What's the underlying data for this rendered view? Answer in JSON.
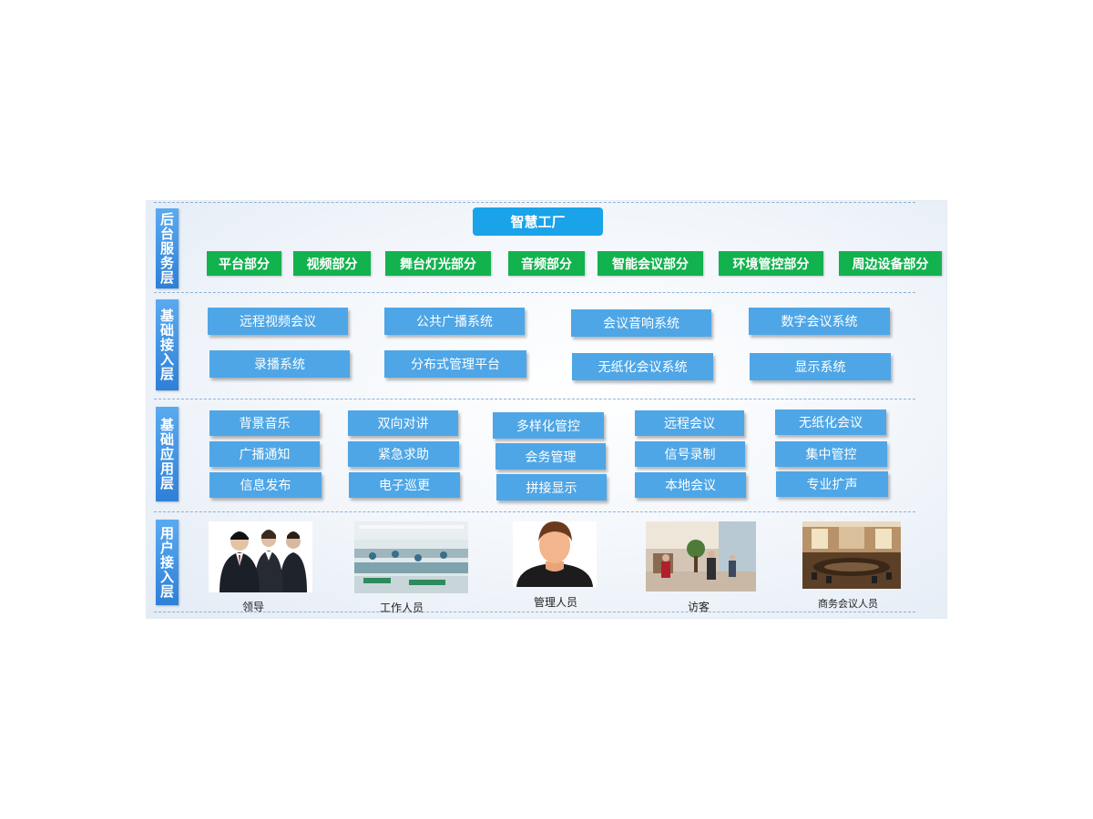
{
  "title": "智慧工厂",
  "layers": {
    "backend": "后台服务层",
    "access": "基础接入层",
    "application": "基础应用层",
    "user": "用户接入层"
  },
  "backend_items": [
    "平台部分",
    "视频部分",
    "舞台灯光部分",
    "音频部分",
    "智能会议部分",
    "环境管控部分",
    "周边设备部分"
  ],
  "access_items": [
    "远程视频会议",
    "公共广播系统",
    "会议音响系统",
    "数字会议系统",
    "录播系统",
    "分布式管理平台",
    "无纸化会议系统",
    "显示系统"
  ],
  "application_columns": [
    [
      "背景音乐",
      "广播通知",
      "信息发布"
    ],
    [
      "双向对讲",
      "紧急求助",
      "电子巡更"
    ],
    [
      "多样化管控",
      "会务管理",
      "拼接显示"
    ],
    [
      "远程会议",
      "信号录制",
      "本地会议"
    ],
    [
      "无纸化会议",
      "集中管控",
      "专业扩声"
    ]
  ],
  "users": [
    {
      "caption": "领导",
      "icon": "leaders-photo"
    },
    {
      "caption": "工作人员",
      "icon": "factory-workers-photo"
    },
    {
      "caption": "管理人员",
      "icon": "manager-avatar-icon"
    },
    {
      "caption": "访客",
      "icon": "visitors-lobby-photo"
    },
    {
      "caption": "商务会议人员",
      "icon": "meeting-room-photo"
    }
  ],
  "colors": {
    "title_bg": "#1aa3e8",
    "green": "#12b24e",
    "blue": "#4ea6e6",
    "label_bg": "#3a8fe0",
    "divider": "#8fb0d6"
  }
}
